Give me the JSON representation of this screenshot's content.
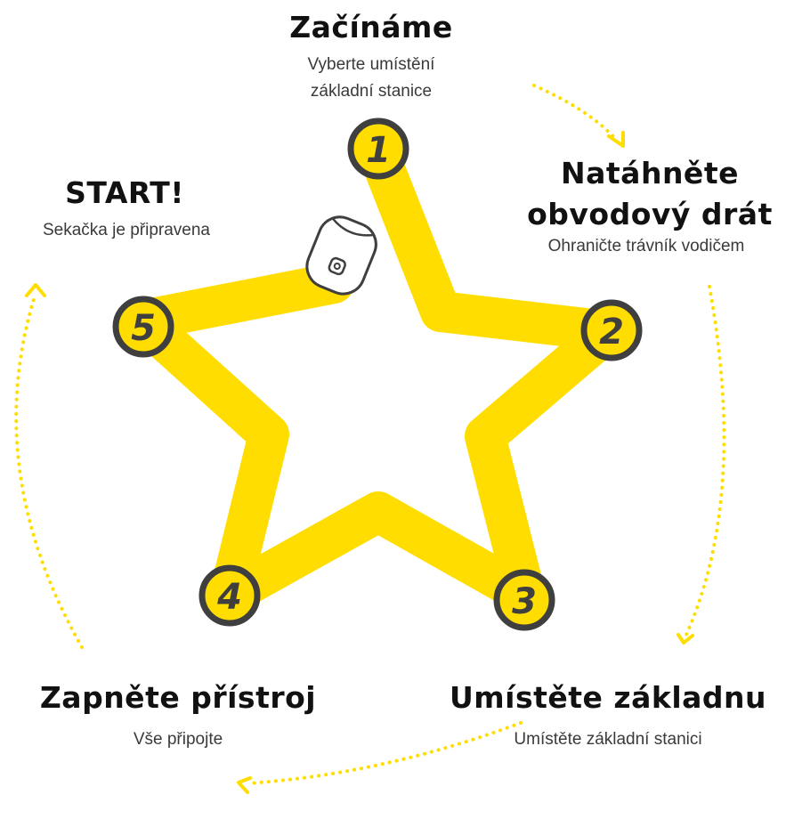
{
  "colors": {
    "star": "#FFDD00",
    "badge_fill": "#FFDD00",
    "badge_ring": "#3f3f3f",
    "arrow": "#FFDD00",
    "title": "#111111",
    "subtitle": "#3a3a3a"
  },
  "steps": [
    {
      "number": "1",
      "title": "Začínáme",
      "subtitle": "Vyberte umístění",
      "subtitle2": "základní stanice"
    },
    {
      "number": "2",
      "title": "Natáhněte",
      "title2": "obvodový drát",
      "subtitle": "Ohraničte trávník vodičem"
    },
    {
      "number": "3",
      "title": "Umístěte základnu",
      "subtitle": "Umístěte základní stanici"
    },
    {
      "number": "4",
      "title": "Zapněte přístroj",
      "subtitle": "Vše připojte"
    },
    {
      "number": "5",
      "title": "START!",
      "subtitle": "Sekačka je připravena"
    }
  ],
  "icons": {
    "mower": "robot-mower-icon",
    "arrows": "dotted-curved-arrow-icon"
  }
}
